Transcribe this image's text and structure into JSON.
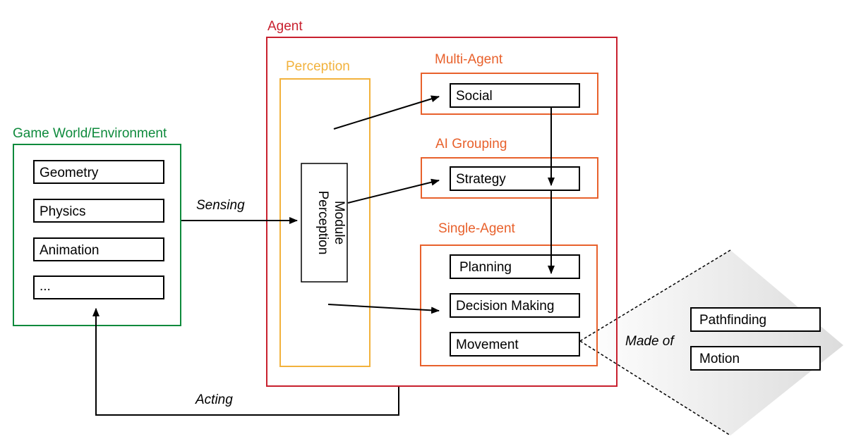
{
  "colors": {
    "environment": "#0e8a3c",
    "agent": "#c8202e",
    "perception": "#f2b23c",
    "groups": "#e8612c",
    "text": "#000000",
    "zoom_gradient": [
      "#ffffff",
      "#dedede"
    ]
  },
  "environment": {
    "title": "Game World/Environment",
    "items": [
      "Geometry",
      "Physics",
      "Animation",
      "..."
    ]
  },
  "agent": {
    "title": "Agent",
    "perception": {
      "title": "Perception",
      "module": [
        "Perception",
        "Module"
      ]
    },
    "multi_agent": {
      "title": "Multi-Agent",
      "items": [
        "Social"
      ]
    },
    "ai_grouping": {
      "title": "AI Grouping",
      "items": [
        "Strategy"
      ]
    },
    "single_agent": {
      "title": "Single-Agent",
      "items": [
        "Planning",
        "Decision Making",
        "Movement"
      ]
    }
  },
  "edges": {
    "sensing": "Sensing",
    "acting": "Acting",
    "made_of": "Made of"
  },
  "movement_parts": [
    "Pathfinding",
    "Motion"
  ]
}
